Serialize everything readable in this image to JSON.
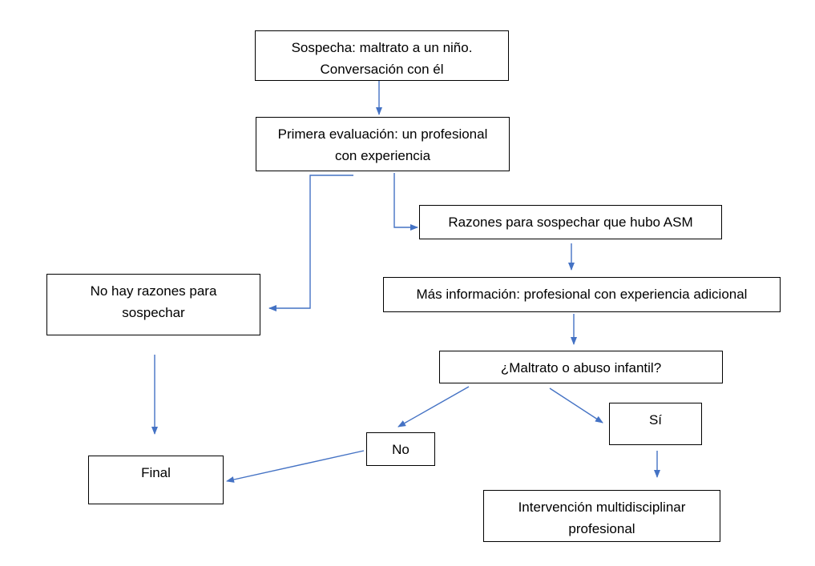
{
  "colors": {
    "arrow": "#4472C4",
    "border": "#000000",
    "text": "#000000"
  },
  "nodes": {
    "suspicion": {
      "line1": "Sospecha: maltrato a un niño.",
      "line2": "Conversación con él"
    },
    "first_eval": {
      "line1": "Primera evaluación: un profesional",
      "line2": "con experiencia"
    },
    "reasons": {
      "line1": "Razones para sospechar que hubo ASM"
    },
    "no_reasons": {
      "line1": "No hay razones para",
      "line2": "sospechar"
    },
    "more_info": {
      "line1": "Más información: profesional con experiencia adicional"
    },
    "question": {
      "line1": "¿Maltrato o abuso infantil?"
    },
    "no": {
      "line1": "No"
    },
    "yes": {
      "line1": "Sí"
    },
    "final": {
      "line1": "Final"
    },
    "intervention": {
      "line1": "Intervención multidisciplinar",
      "line2": "profesional"
    }
  }
}
